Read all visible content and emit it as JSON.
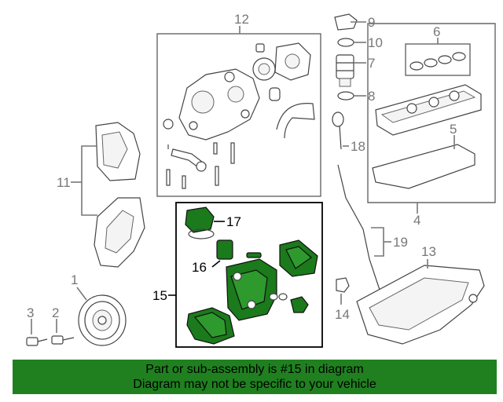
{
  "callouts": [
    {
      "id": "c1",
      "text": "1"
    },
    {
      "id": "c2",
      "text": "2"
    },
    {
      "id": "c3",
      "text": "3"
    },
    {
      "id": "c4",
      "text": "4"
    },
    {
      "id": "c5",
      "text": "5"
    },
    {
      "id": "c6",
      "text": "6"
    },
    {
      "id": "c7",
      "text": "7"
    },
    {
      "id": "c8",
      "text": "8"
    },
    {
      "id": "c9",
      "text": "9"
    },
    {
      "id": "c10",
      "text": "10"
    },
    {
      "id": "c11",
      "text": "11"
    },
    {
      "id": "c12",
      "text": "12"
    },
    {
      "id": "c13",
      "text": "13"
    },
    {
      "id": "c14",
      "text": "14"
    },
    {
      "id": "c15",
      "text": "15"
    },
    {
      "id": "c16",
      "text": "16"
    },
    {
      "id": "c17",
      "text": "17"
    },
    {
      "id": "c18",
      "text": "18"
    },
    {
      "id": "c19",
      "text": "19"
    }
  ],
  "highlight_color": "#208020",
  "banner": {
    "line1": "Part or sub-assembly is #15 in diagram",
    "line2": "Diagram may not be specific to your vehicle"
  }
}
